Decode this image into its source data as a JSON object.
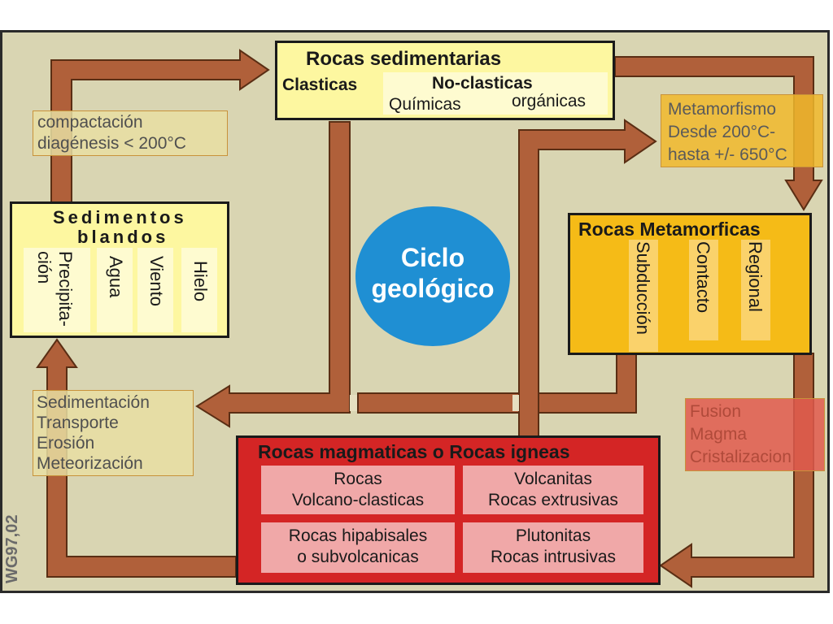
{
  "colors": {
    "background": "#d9d5b2",
    "arrow": "#b0603a",
    "yellow_box": "#fdf7a0",
    "light_cell": "#fefbd0",
    "metamorphic": "#f5bb17",
    "metamorphic_cell": "#fad26b",
    "magmatic": "#d42525",
    "magmatic_cell": "#f0a8a8",
    "circle": "#1f8fd3",
    "process_label": "#e6dda0",
    "process_label_text": "#4f4f4f",
    "fusion_label": "#e05a4e"
  },
  "sedimentary": {
    "title": "Rocas sedimentarias",
    "clastic": "Clasticas",
    "non_clastic": "No-clasticas",
    "chemical": "Químicas",
    "organic": "orgánicas"
  },
  "soft_sediments": {
    "title_line1": "Sedimentos",
    "title_line2": "blandos",
    "precip_line1": "Precipita-",
    "precip_line2": "ción",
    "water": "Agua",
    "wind": "Viento",
    "ice": "Hielo"
  },
  "metamorphic": {
    "title": "Rocas Metamorficas",
    "subduction": "Subducción",
    "contact": "Contacto",
    "regional": "Regional"
  },
  "magmatic": {
    "title": "Rocas magmaticas o Rocas igneas",
    "cell1_line1": "Rocas",
    "cell1_line2": "Volcano-clasticas",
    "cell2_line1": "Volcanitas",
    "cell2_line2": "Rocas extrusivas",
    "cell3_line1": "Rocas hipabisales",
    "cell3_line2": "o subvolcanicas",
    "cell4_line1": "Plutonitas",
    "cell4_line2": "Rocas intrusivas"
  },
  "center": {
    "line1": "Ciclo",
    "line2": "geológico"
  },
  "processes": {
    "compaction_line1": "compactación",
    "compaction_line2": "diagénesis < 200°C",
    "metamorphism_line1": "Metamorfismo",
    "metamorphism_line2": "Desde 200°C-",
    "metamorphism_line3": "hasta +/- 650°C",
    "fusion_line1": "Fusion",
    "fusion_line2": "Magma",
    "fusion_line3": "Cristalizacion",
    "sediment_line1": "Sedimentación",
    "sediment_line2": "Transporte",
    "sediment_line3": "Erosión",
    "sediment_line4": "Meteorización"
  },
  "watermark": "WG97,02"
}
